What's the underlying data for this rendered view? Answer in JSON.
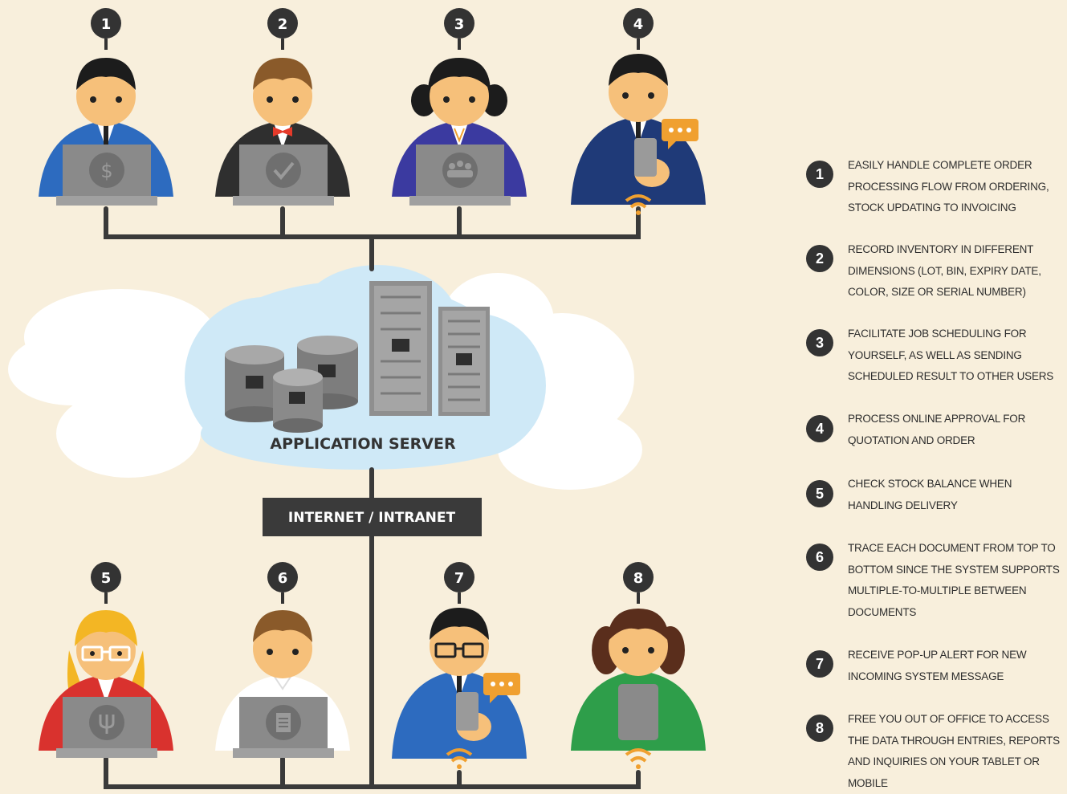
{
  "server_label": "APPLICATION SERVER",
  "network_label": "INTERNET / INTRANET",
  "users": [
    {
      "number": "1",
      "icon": "dollar-icon"
    },
    {
      "number": "2",
      "icon": "checkmark-icon"
    },
    {
      "number": "3",
      "icon": "group-icon"
    },
    {
      "number": "4",
      "icon": "phone-icon"
    },
    {
      "number": "5",
      "icon": "fork-icon"
    },
    {
      "number": "6",
      "icon": "document-icon"
    },
    {
      "number": "7",
      "icon": "phone-icon"
    },
    {
      "number": "8",
      "icon": "tablet-icon"
    }
  ],
  "legend": [
    {
      "number": "1",
      "text": "EASILY HANDLE COMPLETE ORDER PROCESSING FLOW FROM ORDERING, STOCK UPDATING TO INVOICING"
    },
    {
      "number": "2",
      "text": "RECORD INVENTORY IN DIFFERENT DIMENSIONS (LOT, BIN, EXPIRY DATE, COLOR, SIZE OR SERIAL NUMBER)"
    },
    {
      "number": "3",
      "text": "FACILITATE JOB SCHEDULING FOR YOURSELF, AS WELL AS SENDING SCHEDULED RESULT TO OTHER USERS"
    },
    {
      "number": "4",
      "text": "PROCESS ONLINE APPROVAL FOR QUOTATION AND ORDER"
    },
    {
      "number": "5",
      "text": "CHECK STOCK BALANCE WHEN HANDLING DELIVERY"
    },
    {
      "number": "6",
      "text": "TRACE EACH DOCUMENT FROM TOP TO BOTTOM SINCE THE SYSTEM SUPPORTS MULTIPLE-TO-MULTIPLE BETWEEN DOCUMENTS"
    },
    {
      "number": "7",
      "text": "RECEIVE POP-UP ALERT FOR NEW INCOMING SYSTEM MESSAGE"
    },
    {
      "number": "8",
      "text": "FREE YOU OUT OF OFFICE TO ACCESS THE DATA THROUGH ENTRIES, REPORTS AND INQUIRIES ON YOUR TABLET OR MOBILE"
    }
  ],
  "colors": {
    "background": "#f8efdc",
    "line": "#3a3a3a",
    "cloud": "#cfe9f7",
    "accent_orange": "#f0a030"
  }
}
